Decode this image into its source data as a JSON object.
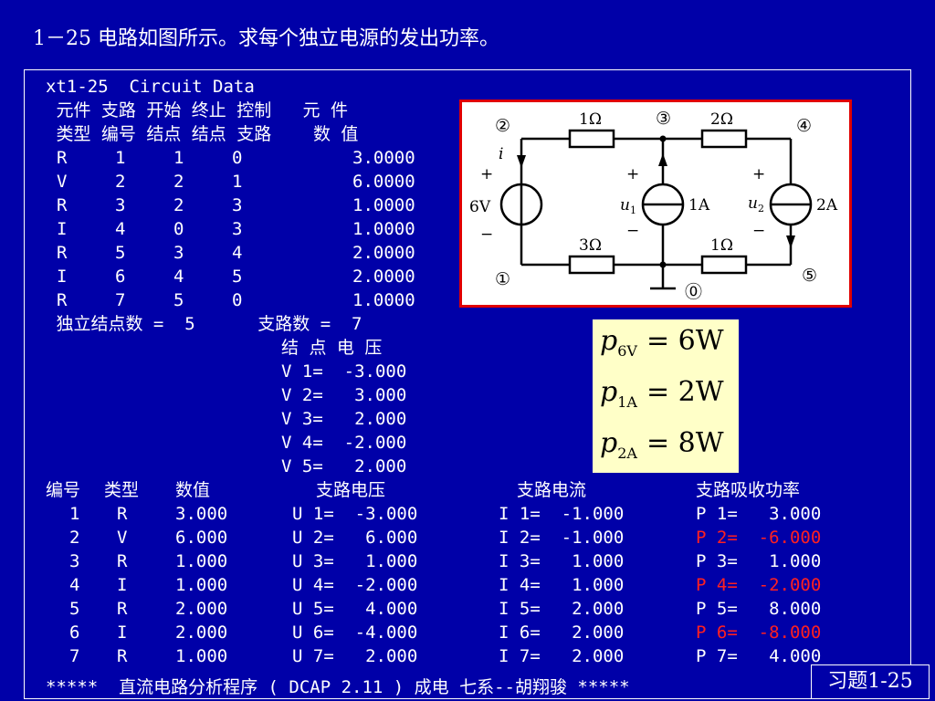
{
  "title": "1－25 电路如图所示。求每个独立电源的发出功率。",
  "data_header": "xt1-25  Circuit Data",
  "col_headers_1": " 元件 支路 开始 终止 控制   元 件",
  "col_headers_2": " 类型 编号 结点 结点 支路    数 值",
  "elements": [
    {
      "type": "R",
      "branch": "1",
      "start": "1",
      "end": "0",
      "ctrl": "",
      "value": "3.0000"
    },
    {
      "type": "V",
      "branch": "2",
      "start": "2",
      "end": "1",
      "ctrl": "",
      "value": "6.0000"
    },
    {
      "type": "R",
      "branch": "3",
      "start": "2",
      "end": "3",
      "ctrl": "",
      "value": "1.0000"
    },
    {
      "type": "I",
      "branch": "4",
      "start": "0",
      "end": "3",
      "ctrl": "",
      "value": "1.0000"
    },
    {
      "type": "R",
      "branch": "5",
      "start": "3",
      "end": "4",
      "ctrl": "",
      "value": "2.0000"
    },
    {
      "type": "I",
      "branch": "6",
      "start": "4",
      "end": "5",
      "ctrl": "",
      "value": "2.0000"
    },
    {
      "type": "R",
      "branch": "7",
      "start": "5",
      "end": "0",
      "ctrl": "",
      "value": "1.0000"
    }
  ],
  "node_count_line": " 独立结点数 =  5      支路数 =  7",
  "node_voltage_header": "结 点 电 压",
  "node_voltages": [
    "V 1=  -3.000",
    "V 2=   3.000",
    "V 3=   2.000",
    "V 4=  -2.000",
    "V 5=   2.000"
  ],
  "table_headers": {
    "no": "编号",
    "type": "类型",
    "value": "数值",
    "voltage": "支路电压",
    "current": "支路电流",
    "power": "支路吸收功率"
  },
  "branches": [
    {
      "no": "1",
      "type": "R",
      "value": "3.000",
      "u": "U 1=  -3.000",
      "i": "I 1=  -1.000",
      "p": "P 1=   3.000",
      "red": false
    },
    {
      "no": "2",
      "type": "V",
      "value": "6.000",
      "u": "U 2=   6.000",
      "i": "I 2=  -1.000",
      "p": "P 2=  -6.000",
      "red": true
    },
    {
      "no": "3",
      "type": "R",
      "value": "1.000",
      "u": "U 3=   1.000",
      "i": "I 3=   1.000",
      "p": "P 3=   1.000",
      "red": false
    },
    {
      "no": "4",
      "type": "I",
      "value": "1.000",
      "u": "U 4=  -2.000",
      "i": "I 4=   1.000",
      "p": "P 4=  -2.000",
      "red": true
    },
    {
      "no": "5",
      "type": "R",
      "value": "2.000",
      "u": "U 5=   4.000",
      "i": "I 5=   2.000",
      "p": "P 5=   8.000",
      "red": false
    },
    {
      "no": "6",
      "type": "I",
      "value": "2.000",
      "u": "U 6=  -4.000",
      "i": "I 6=   2.000",
      "p": "P 6=  -8.000",
      "red": true
    },
    {
      "no": "7",
      "type": "R",
      "value": "1.000",
      "u": "U 7=   2.000",
      "i": "I 7=   2.000",
      "p": "P 7=   4.000",
      "red": false
    }
  ],
  "footer": "*****  直流电路分析程序 ( DCAP 2.11 ) 成电 七系--胡翔骏 *****",
  "badge": "习题1-25",
  "results": [
    {
      "p": "p",
      "sub": "6V",
      "val": "= 6W"
    },
    {
      "p": "p",
      "sub": "1A",
      "val": "= 2W"
    },
    {
      "p": "p",
      "sub": "2A",
      "val": "= 8W"
    }
  ],
  "circuit": {
    "labels": {
      "r_top_left": "1Ω",
      "r_top_right": "2Ω",
      "r_bot_left": "3Ω",
      "r_bot_right": "1Ω",
      "v_src": "6V",
      "i_src_mid": "1A",
      "i_src_right": "2A",
      "u1": "u",
      "u1_sub": "1",
      "u2": "u",
      "u2_sub": "2",
      "i": "i",
      "n0": "⓪",
      "n1": "①",
      "n2": "②",
      "n3": "③",
      "n4": "④",
      "n5": "⑤",
      "plus": "+",
      "minus": "−"
    }
  },
  "colors": {
    "background": "#0000a8",
    "text": "#ffffff",
    "highlight": "#ff2020",
    "circuit_border": "#e00000",
    "result_bg": "#ffffc8"
  }
}
